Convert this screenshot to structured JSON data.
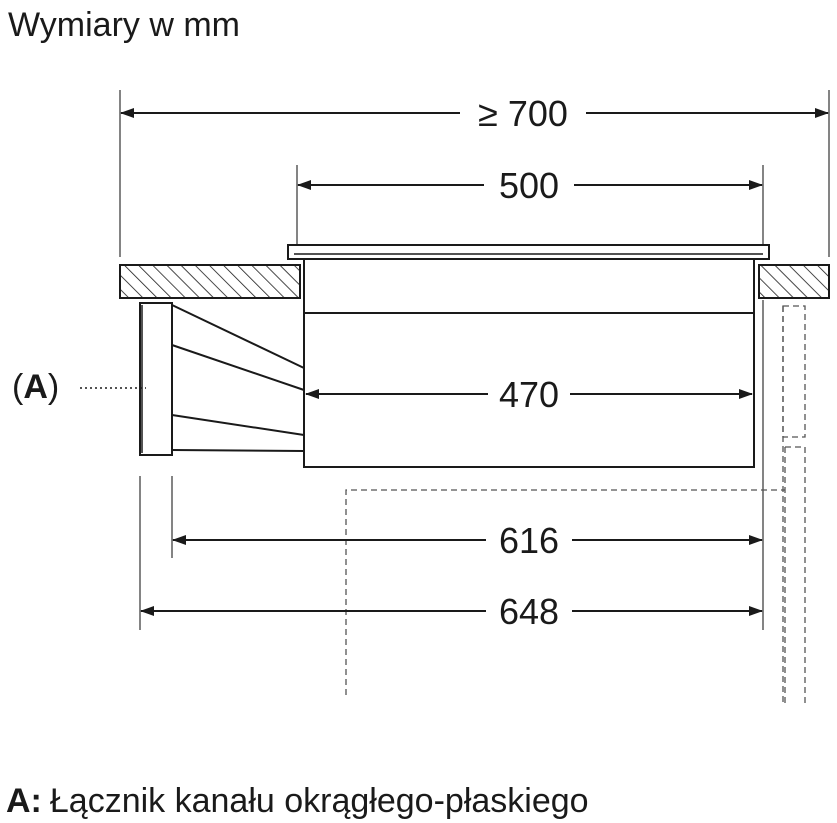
{
  "title": "Wymiary w mm",
  "dimensions": {
    "overall_cutout": "≥ 700",
    "hob_width": "500",
    "body_width": "470",
    "adapter_span": "616",
    "total_span": "648"
  },
  "callout": {
    "label_open": "(",
    "label_key": "A",
    "label_close": ")"
  },
  "legend": {
    "key": "A:",
    "description": "Łącznik kanału okrągłego-płaskiego"
  },
  "colors": {
    "ink": "#1a1a1a",
    "background": "#ffffff"
  }
}
